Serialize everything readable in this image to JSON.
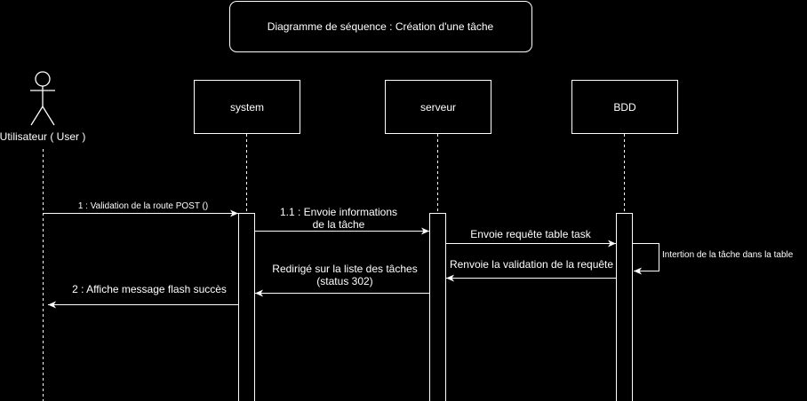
{
  "title": "Diagramme de séquence : Création d'une tâche",
  "actor": {
    "label": "Utilisateur ( User )"
  },
  "participants": [
    {
      "id": "system",
      "label": "system"
    },
    {
      "id": "serveur",
      "label": "serveur"
    },
    {
      "id": "bdd",
      "label": "BDD"
    }
  ],
  "messages": [
    {
      "id": "m1",
      "from": "actor",
      "to": "system",
      "lines": [
        "1 : Validation de la route POST ()"
      ]
    },
    {
      "id": "m2",
      "from": "system",
      "to": "serveur",
      "lines": [
        "1.1 : Envoie informations",
        "de la tâche"
      ]
    },
    {
      "id": "m3",
      "from": "serveur",
      "to": "bdd",
      "lines": [
        "Envoie requête table task"
      ]
    },
    {
      "id": "m4",
      "from": "bdd",
      "to": "bdd",
      "lines": [
        "Intertion de la tâche dans la table"
      ]
    },
    {
      "id": "m5",
      "from": "bdd",
      "to": "serveur",
      "lines": [
        "Renvoie la validation de la requête"
      ]
    },
    {
      "id": "m6",
      "from": "serveur",
      "to": "system",
      "lines": [
        "Redirigé sur la liste des tâches",
        "(status 302)"
      ]
    },
    {
      "id": "m7",
      "from": "system",
      "to": "actor",
      "lines": [
        "2 : Affiche message flash succès"
      ]
    }
  ],
  "colors": {
    "background": "#000000",
    "stroke": "#ffffff",
    "text": "#ffffff"
  }
}
